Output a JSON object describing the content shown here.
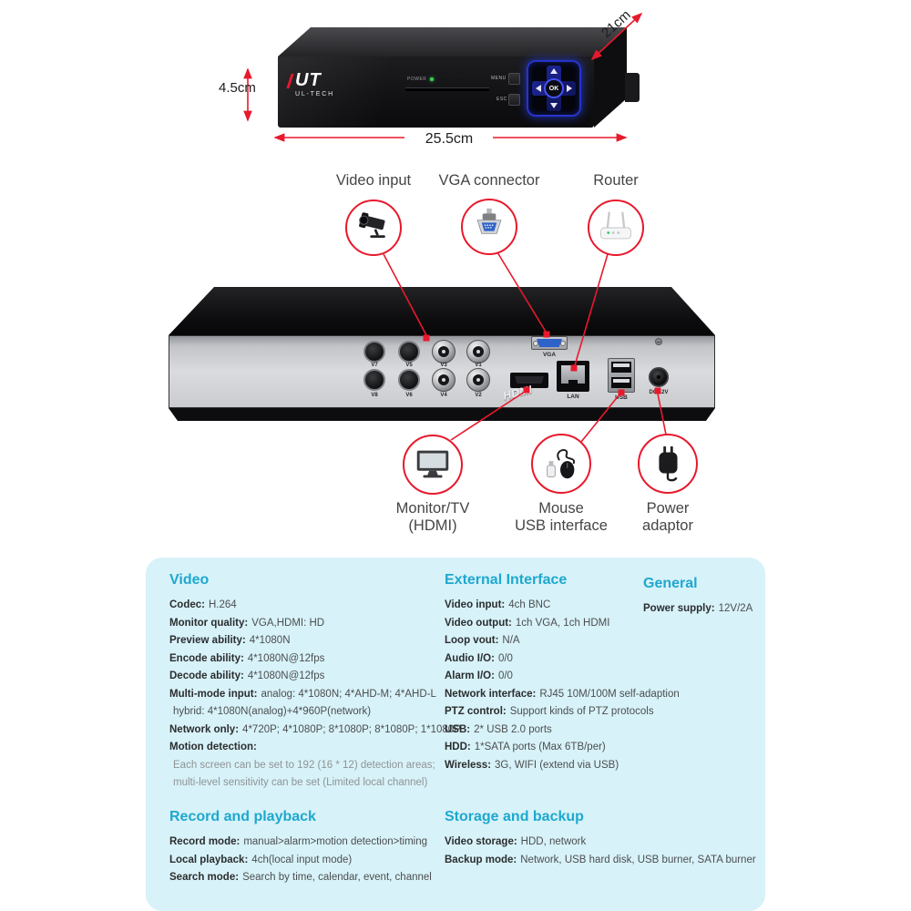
{
  "accent": {
    "red": "#e8192c",
    "cyan": "#1ea8cf",
    "panel_bg": "#d7f2f8",
    "dpad_blue": "#2633cc"
  },
  "dimensions": {
    "depth": "21cm",
    "height": "4.5cm",
    "width": "25.5cm"
  },
  "front_view": {
    "brand": "UT",
    "brand_sub": "UL-TECH",
    "power_label": "POWER",
    "menu_label": "MENU",
    "esc_label": "ESC",
    "ok_label": "OK"
  },
  "back_view": {
    "bnc_labels_top": [
      "V7",
      "V5",
      "V3",
      "V1"
    ],
    "bnc_labels_bottom": [
      "V8",
      "V6",
      "V4",
      "V2"
    ],
    "hdmi_label": "HDMI",
    "vga_label": "VGA",
    "lan_label": "LAN",
    "usb_label": "USB",
    "dc_label": "DC 12V"
  },
  "callouts": {
    "top": [
      {
        "label": "Video input"
      },
      {
        "label": "VGA connector"
      },
      {
        "label": "Router"
      }
    ],
    "bottom": [
      {
        "line1": "Monitor/TV",
        "line2": "(HDMI)"
      },
      {
        "line1": "Mouse",
        "line2": "USB interface"
      },
      {
        "line1": "Power",
        "line2": "adaptor"
      }
    ]
  },
  "specs": {
    "video": {
      "title": "Video",
      "lines": [
        {
          "label": "Codec:",
          "value": "H.264"
        },
        {
          "label": "Monitor quality:",
          "value": "VGA,HDMI: HD"
        },
        {
          "label": "Preview ability:",
          "value": "4*1080N"
        },
        {
          "label": "Encode ability:",
          "value": "4*1080N@12fps"
        },
        {
          "label": "Decode ability:",
          "value": "4*1080N@12fps"
        },
        {
          "label": "Multi-mode input:",
          "value": "analog: 4*1080N; 4*AHD-M; 4*AHD-L"
        },
        {
          "label": "",
          "value": "hybrid: 4*1080N(analog)+4*960P(network)"
        },
        {
          "label": "Network only:",
          "value": "4*720P; 4*1080P; 8*1080P; 8*1080P; 1*1080P"
        },
        {
          "label": "Motion detection:",
          "value": ""
        },
        {
          "label": "",
          "value": "Each screen can be set to 192 (16 * 12) detection areas;",
          "muted": true
        },
        {
          "label": "",
          "value": "multi-level sensitivity can be set (Limited local channel)",
          "muted": true
        }
      ]
    },
    "external": {
      "title": "External Interface",
      "lines": [
        {
          "label": "Video input:",
          "value": "4ch BNC"
        },
        {
          "label": "Video output:",
          "value": "1ch VGA, 1ch HDMI"
        },
        {
          "label": "Loop vout:",
          "value": "N/A"
        },
        {
          "label": "Audio I/O:",
          "value": "0/0"
        },
        {
          "label": "Alarm I/O:",
          "value": "0/0"
        },
        {
          "label": "Network interface:",
          "value": "RJ45 10M/100M self-adaption"
        },
        {
          "label": "PTZ control:",
          "value": "Support kinds of PTZ protocols"
        },
        {
          "label": "USB:",
          "value": "2* USB 2.0 ports"
        },
        {
          "label": "HDD:",
          "value": "1*SATA ports (Max 6TB/per)"
        },
        {
          "label": "Wireless:",
          "value": "3G, WIFI (extend via USB)"
        }
      ]
    },
    "general": {
      "title": "General",
      "lines": [
        {
          "label": "Power supply:",
          "value": "12V/2A"
        }
      ]
    },
    "record": {
      "title": "Record and playback",
      "lines": [
        {
          "label": "Record mode:",
          "value": "manual>alarm>motion detection>timing"
        },
        {
          "label": "Local playback:",
          "value": "4ch(local input mode)"
        },
        {
          "label": "Search mode:",
          "value": "Search by time, calendar, event, channel"
        }
      ]
    },
    "storage": {
      "title": "Storage and backup",
      "lines": [
        {
          "label": "Video storage:",
          "value": "HDD, network"
        },
        {
          "label": "Backup mode:",
          "value": "Network, USB hard disk, USB burner, SATA burner"
        }
      ]
    }
  }
}
